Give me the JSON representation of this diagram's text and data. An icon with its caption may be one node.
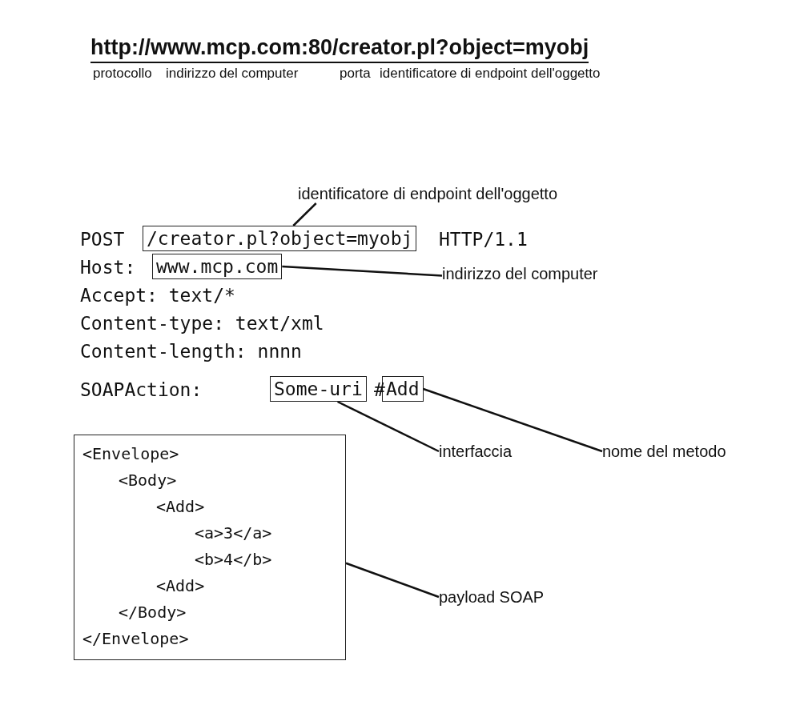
{
  "diagram": {
    "title": "http://www.mcp.com:80/creator.pl?object=myobj",
    "nodes": [
      {
        "text": [
          "/creator.pl?object=myobj"
        ]
      },
      {
        "text": [
          "www.mcp.com"
        ]
      },
      {
        "text": [
          "Some-uri"
        ]
      },
      {
        "text": [
          "Add"
        ]
      },
      {
        "text": [
          "<Envelope>",
          "<Body>",
          "<Add>",
          "<a>3</a>",
          "<b>4</b>",
          "<Add>",
          "</Body>",
          "</Envelope>"
        ]
      },
      {
        "text": [
          "identificatore di endpoint dell'oggetto"
        ]
      },
      {
        "text": [
          "indirizzo del computer"
        ]
      },
      {
        "text": [
          "interfaccia"
        ]
      },
      {
        "text": [
          "nome del metodo"
        ]
      },
      {
        "text": [
          "payload SOAP"
        ]
      }
    ],
    "edges": [
      {
        "from": 5,
        "to": 0,
        "arrow": "none"
      },
      {
        "from": 6,
        "to": 1,
        "arrow": "none"
      },
      {
        "from": 7,
        "to": 2,
        "arrow": "none"
      },
      {
        "from": 8,
        "to": 3,
        "arrow": "none"
      },
      {
        "from": 9,
        "to": 4,
        "arrow": "none"
      }
    ],
    "labels": [
      "protocollo",
      "indirizzo del computer",
      "porta",
      "identificatore di endpoint dell'oggetto",
      "POST",
      "HTTP/1.1",
      "Host:",
      "Accept: text/*",
      "Content-type: text/xml",
      "Content-length: nnnn",
      "SOAPAction:",
      "#"
    ]
  }
}
